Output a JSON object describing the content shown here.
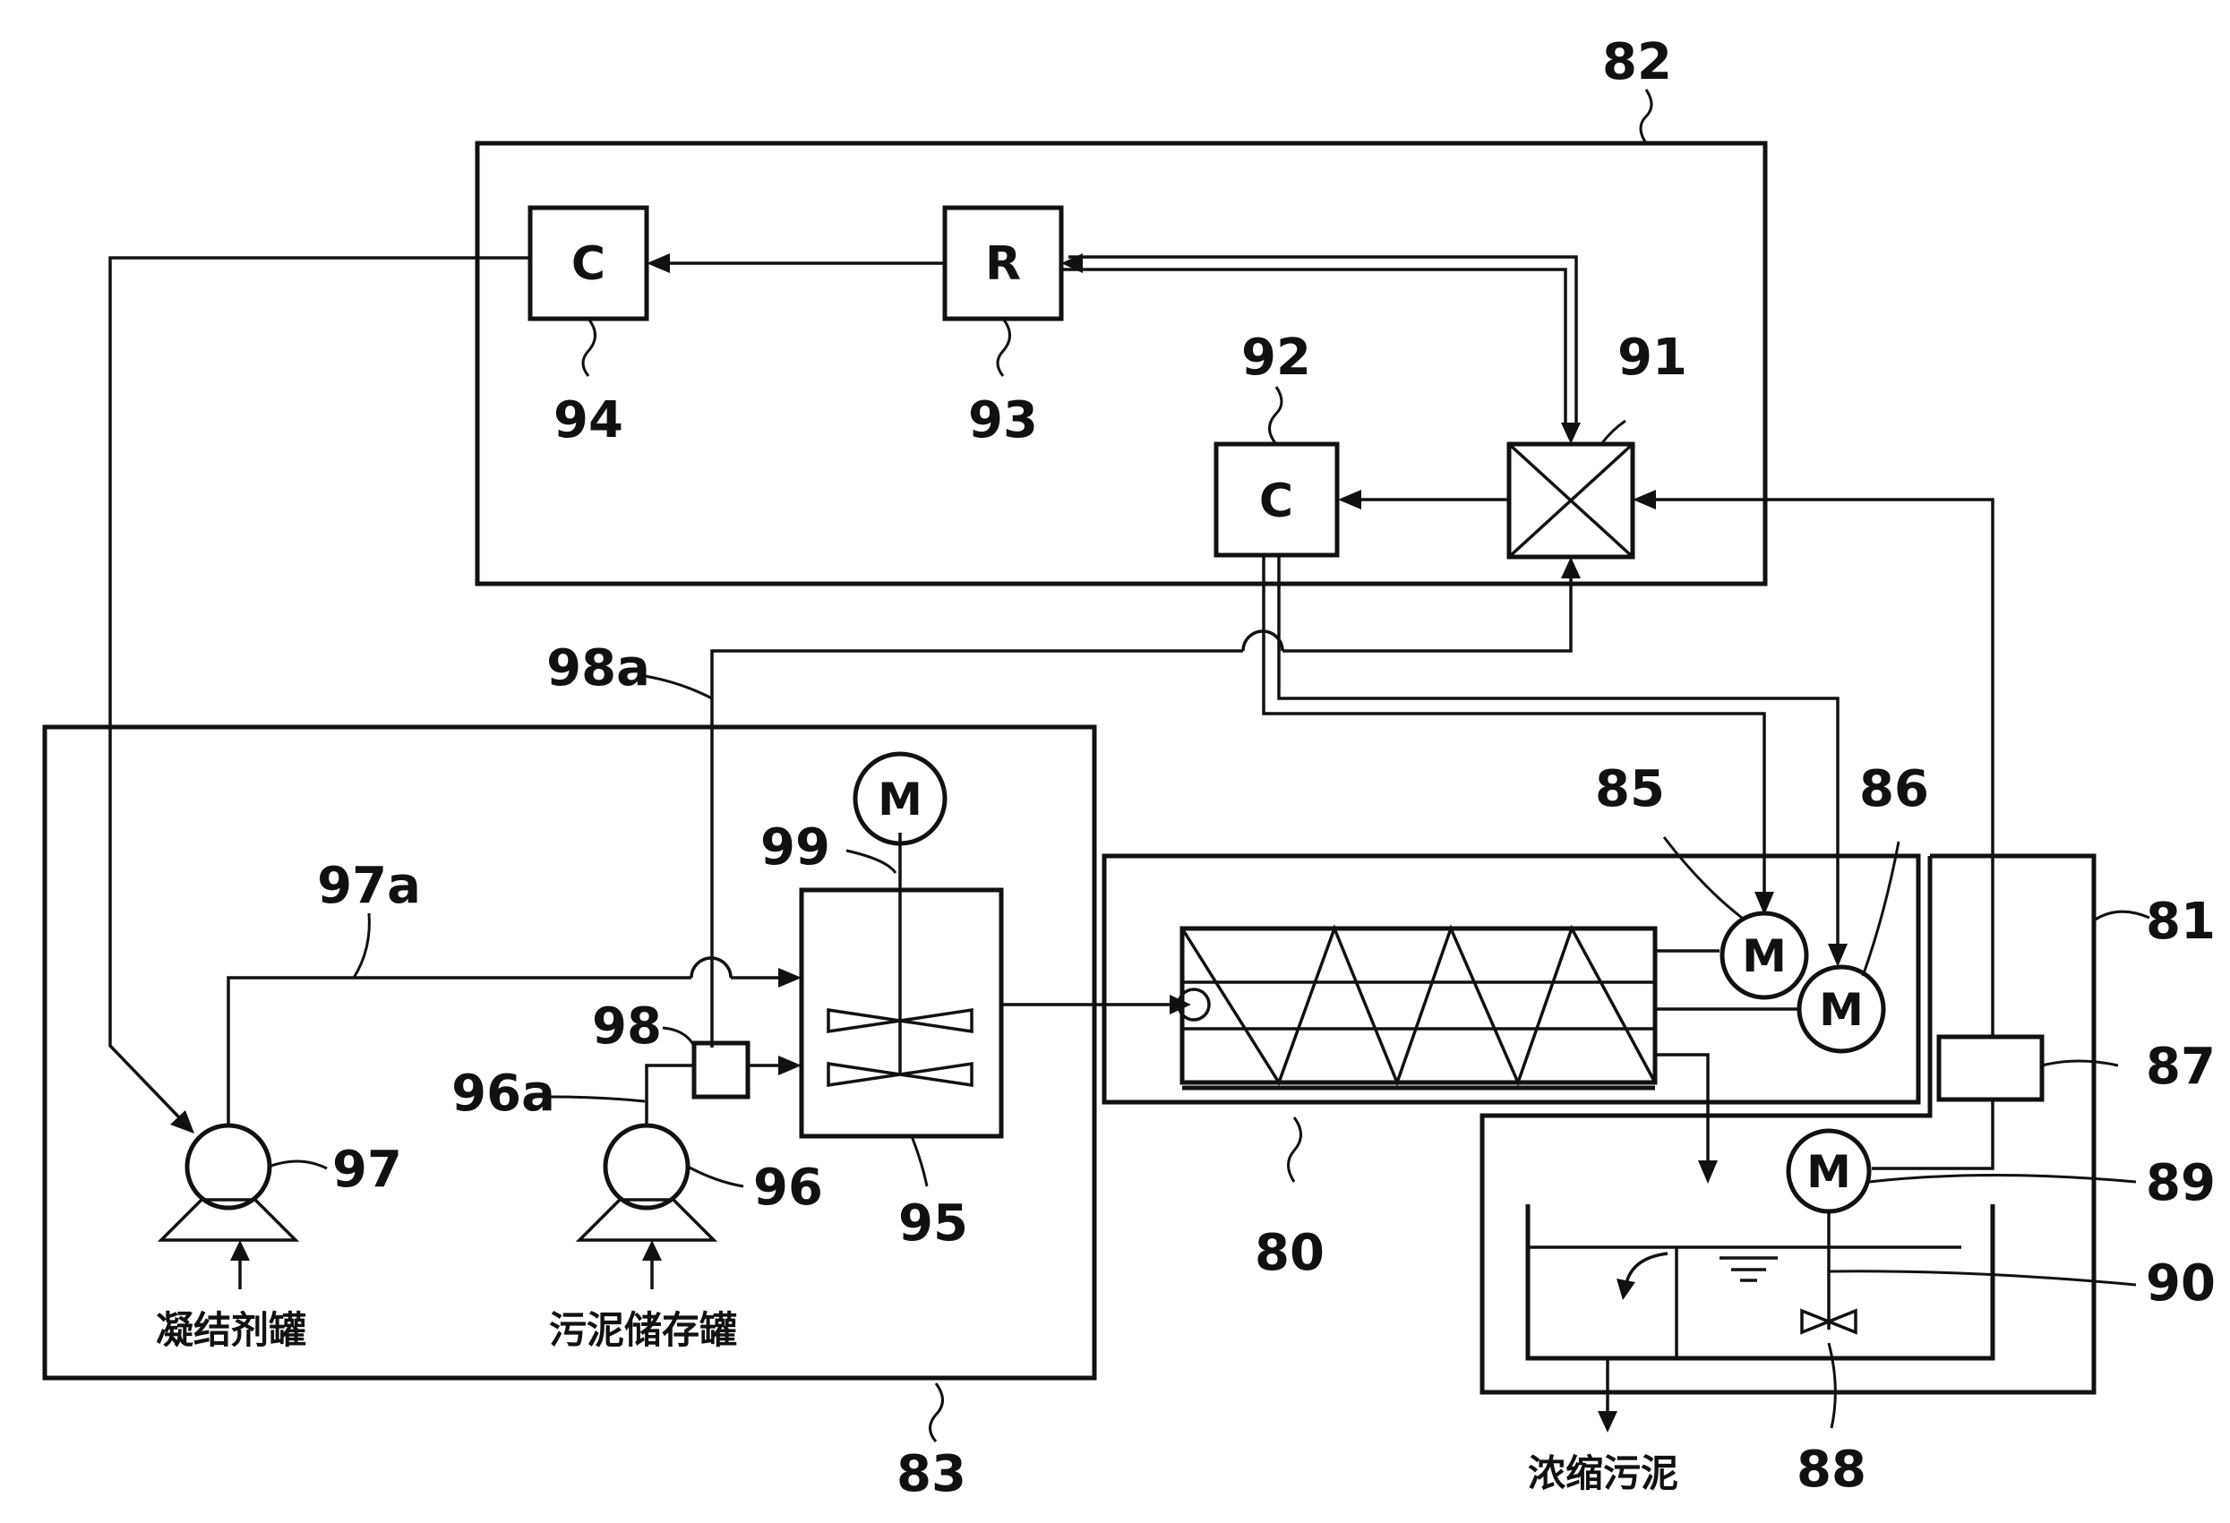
{
  "diagram": {
    "reference_numerals": {
      "r80": "80",
      "r81": "81",
      "r82": "82",
      "r83": "83",
      "r85": "85",
      "r86": "86",
      "r87": "87",
      "r88": "88",
      "r89": "89",
      "r90": "90",
      "r91": "91",
      "r92": "92",
      "r93": "93",
      "r94": "94",
      "r95": "95",
      "r96": "96",
      "r96a": "96a",
      "r97": "97",
      "r97a": "97a",
      "r98": "98",
      "r98a": "98a",
      "r99": "99"
    },
    "box_letters": {
      "controller_94": "C",
      "recorder_93": "R",
      "controller_92": "C"
    },
    "motor_letter": "M",
    "captions": {
      "coagulant_tank": "凝结剂罐",
      "sludge_storage_tank": "污泥储存罐",
      "thickened_sludge": "浓缩污泥"
    }
  }
}
